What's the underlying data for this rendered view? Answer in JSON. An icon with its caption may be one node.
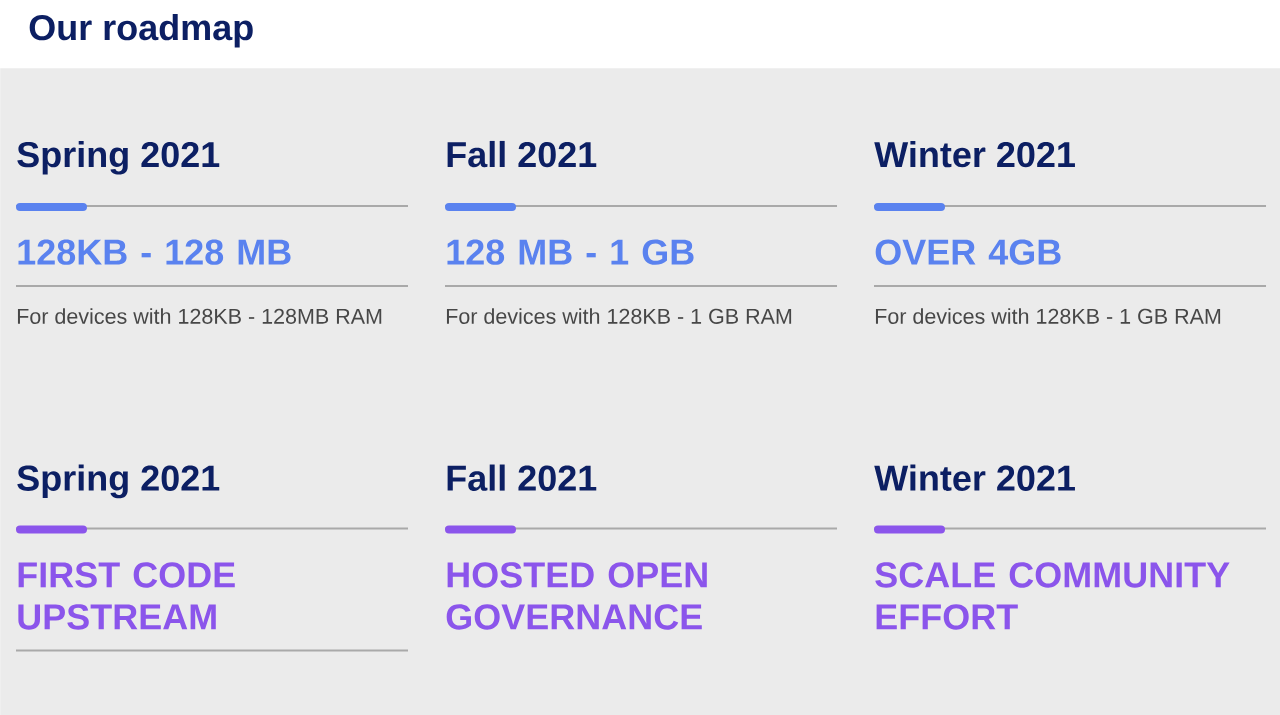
{
  "diagram": {
    "title": "Our roadmap",
    "nodes": [
      {
        "text": [
          "Spring 2021",
          "128KB - 128 MB",
          "For devices with 128KB - 128MB RAM",
          "Fall 2021",
          "128 MB - 1 GB",
          "For devices with 128KB - 1 GB RAM",
          "Winter 2021",
          "OVER 4GB",
          "For devices with 128KB - 1 GB RAM",
          "Spring 2021",
          "FIRST CODE UPSTREAM",
          "Fall 2021",
          "HOSTED OPEN GOVERNANCE",
          "Winter 2021",
          "SCALE COMMUNITY EFFORT"
        ]
      }
    ]
  }
}
